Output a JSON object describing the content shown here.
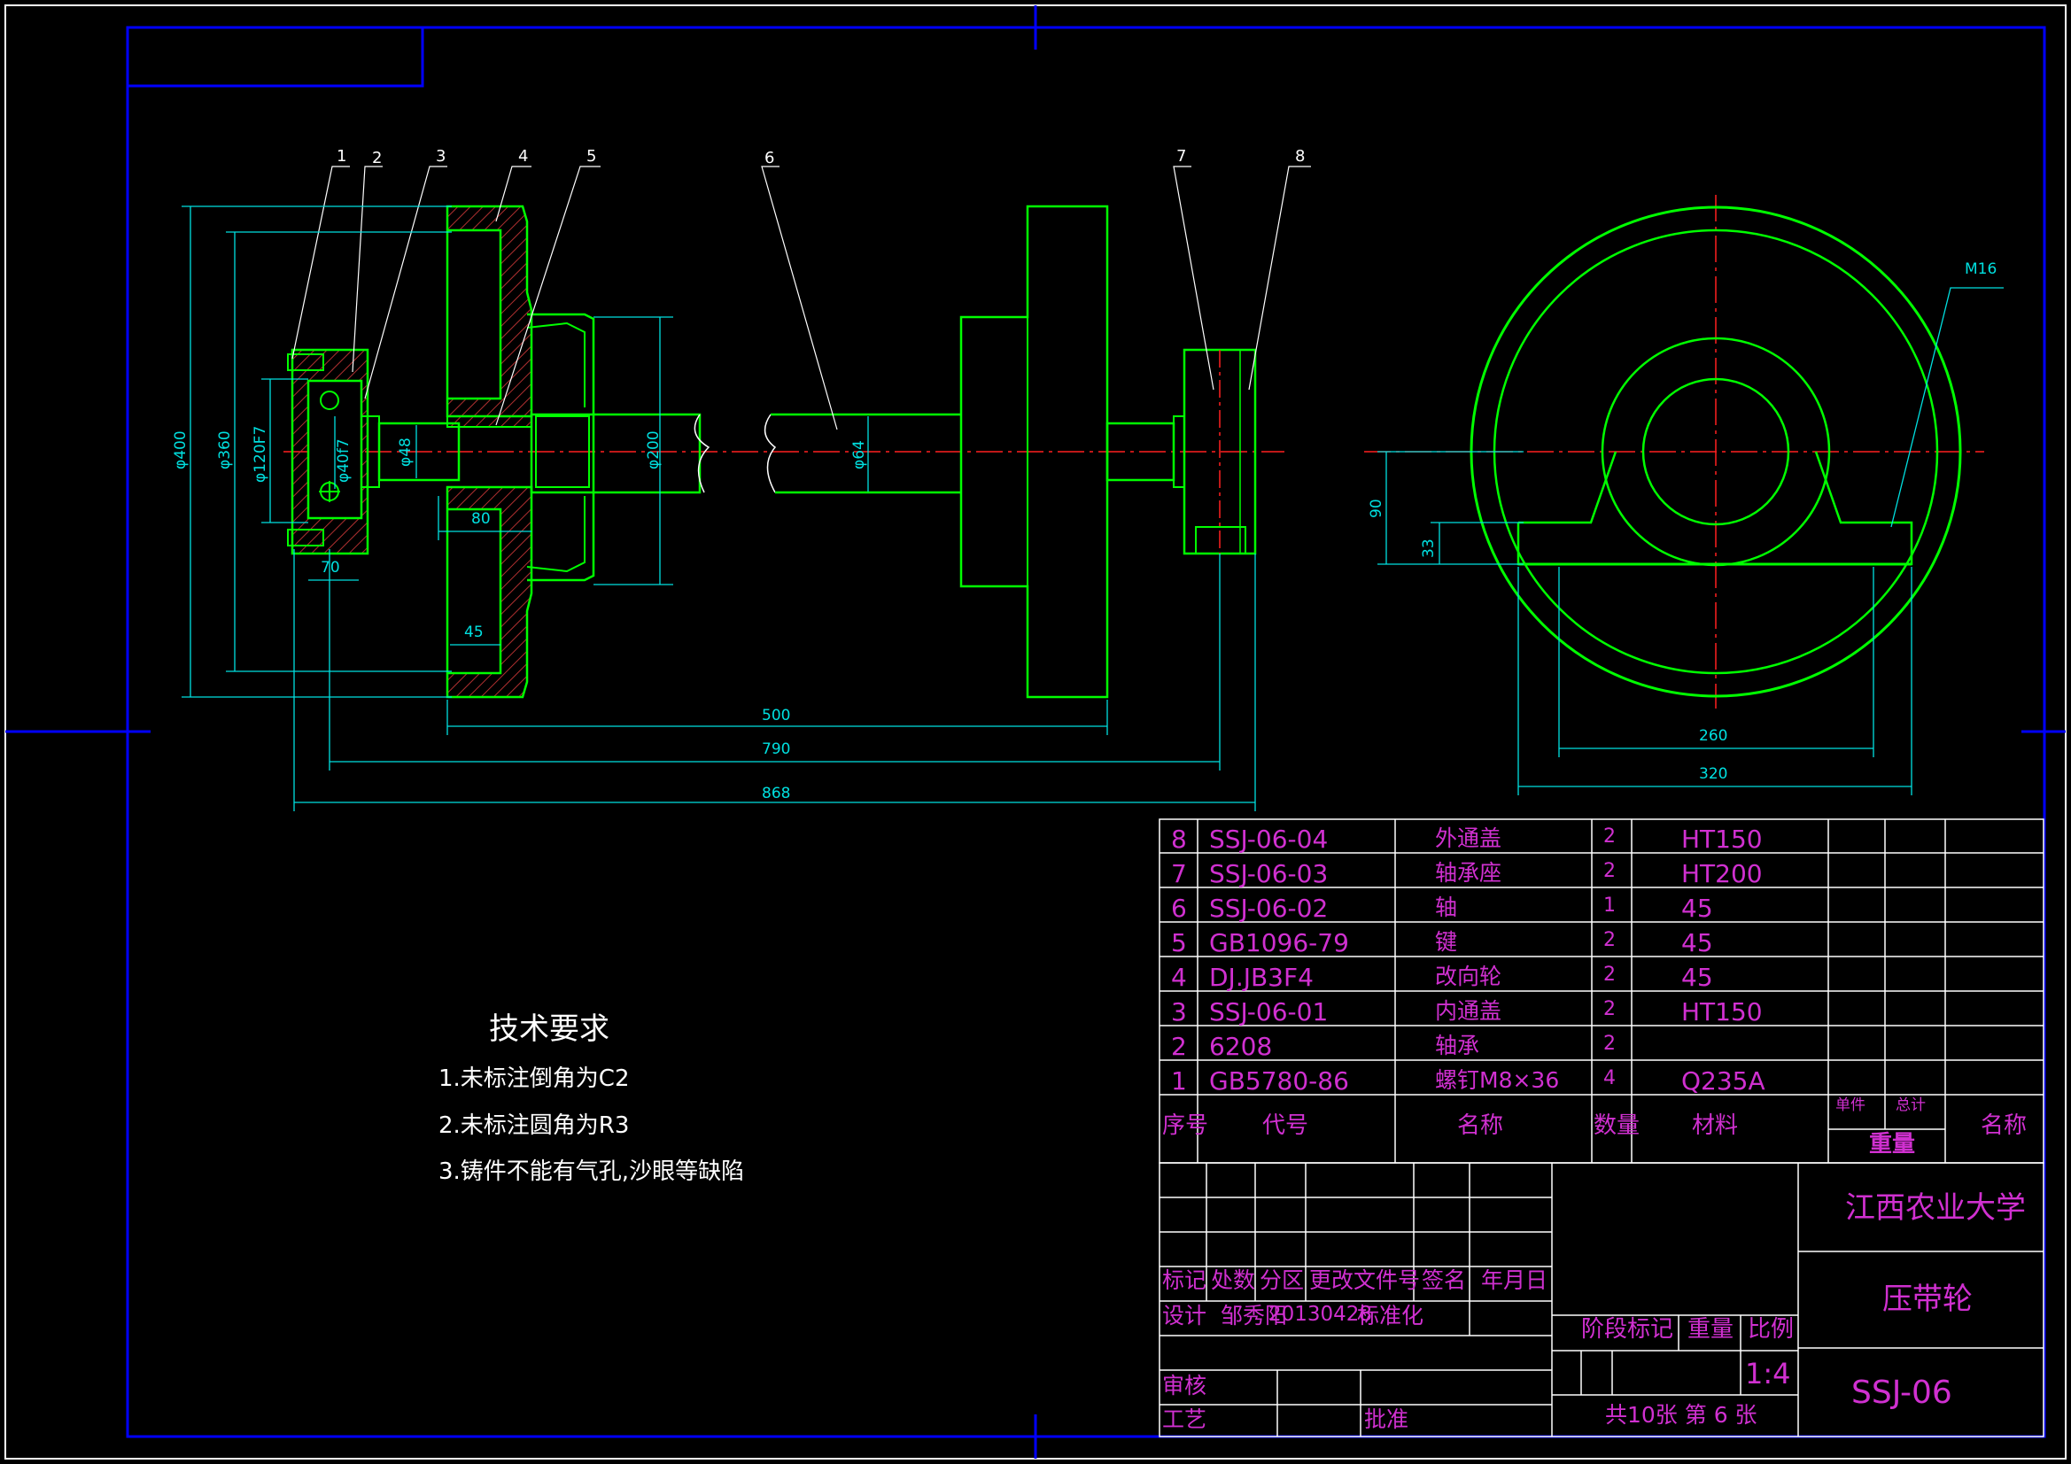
{
  "leaders": [
    "1",
    "2",
    "3",
    "4",
    "5",
    "6",
    "7",
    "8"
  ],
  "dims": {
    "d400": "φ400",
    "d360": "φ360",
    "d120": "φ120F7",
    "d40": "φ40f7",
    "d48": "φ48",
    "d200": "φ200",
    "d64": "φ64",
    "d80": "80",
    "d70": "70",
    "d45": "45",
    "d500": "500",
    "d790": "790",
    "d868": "868",
    "m16": "M16",
    "d90": "90",
    "d33": "33",
    "d260": "260",
    "d320": "320"
  },
  "tech": {
    "title": "技术要求",
    "items": [
      "1.未标注倒角为C2",
      "2.未标注圆角为R3",
      "3.铸件不能有气孔,沙眼等缺陷"
    ]
  },
  "bom": {
    "rows": [
      {
        "no": "8",
        "code": "SSJ-06-04",
        "name": "外通盖",
        "qty": "2",
        "mat": "HT150"
      },
      {
        "no": "7",
        "code": "SSJ-06-03",
        "name": "轴承座",
        "qty": "2",
        "mat": "HT200"
      },
      {
        "no": "6",
        "code": "SSJ-06-02",
        "name": "轴",
        "qty": "1",
        "mat": "45"
      },
      {
        "no": "5",
        "code": "GB1096-79",
        "name": "键",
        "qty": "2",
        "mat": "45"
      },
      {
        "no": "4",
        "code": "DJ.JB3F4",
        "name": "改向轮",
        "qty": "2",
        "mat": "45"
      },
      {
        "no": "3",
        "code": "SSJ-06-01",
        "name": "内通盖",
        "qty": "2",
        "mat": "HT150"
      },
      {
        "no": "2",
        "code": "6208",
        "name": "轴承",
        "qty": "2",
        "mat": ""
      },
      {
        "no": "1",
        "code": "GB5780-86",
        "name": "螺钉M8×36",
        "qty": "4",
        "mat": "Q235A"
      }
    ],
    "header": {
      "no": "序号",
      "code": "代号",
      "name": "名称",
      "qty": "数量",
      "mat": "材料",
      "single": "单件",
      "total": "总计",
      "weight": "重量",
      "remark": "名称"
    }
  },
  "title_block": {
    "mark": "标记",
    "count": "处数",
    "zone": "分区",
    "change_doc": "更改文件号",
    "sign": "签名",
    "date": "年月日",
    "design": "设计",
    "designer": "邹秀阳",
    "design_date": "20130428",
    "standardize": "标准化",
    "stage": "阶段标记",
    "weight": "重量",
    "scale": "比例",
    "scale_val": "1:4",
    "review": "审核",
    "process": "工艺",
    "approve": "批准",
    "sheets": "共10张 第 6 张",
    "university": "江西农业大学",
    "part_name": "压带轮",
    "drawing_no": "SSJ-06"
  },
  "colors": {
    "green": "#00ff00",
    "cyan": "#00e0e0",
    "blue": "#0000ff",
    "magenta": "#d030d0",
    "red": "#ff2020",
    "hatch": "#b03030",
    "white": "#ffffff"
  }
}
